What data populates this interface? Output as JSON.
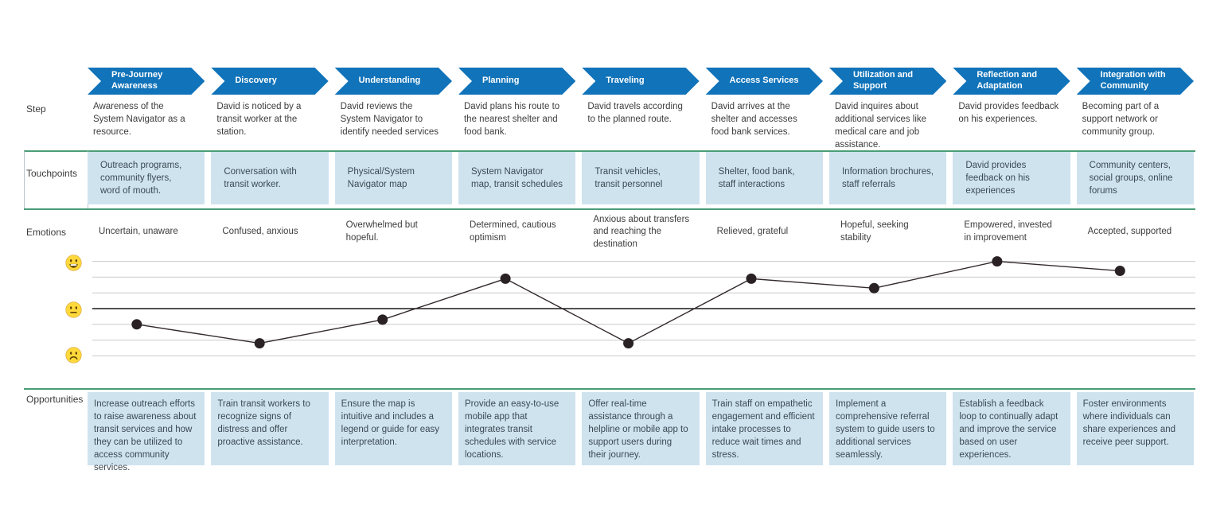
{
  "row_labels": {
    "step": "Step",
    "touchpoints": "Touchpoints",
    "emotions": "Emotions",
    "opportunities": "Opportunities"
  },
  "colors": {
    "stage_blue": "#1173b9",
    "box_blue": "#cfe3ef",
    "divider_green": "#4a9d78",
    "grid_gray": "#c9c9c9",
    "neutral_line": "#1a1a1a",
    "chart_line": "#332a2d",
    "chart_dot": "#2a2125",
    "emoji_yellow": "#ffd93b"
  },
  "stages": [
    {
      "name": "Pre-Journey Awareness",
      "step": "Awareness of the System Navigator as a resource.",
      "touchpoint": "Outreach programs, community flyers, word of mouth.",
      "emotion": "Uncertain, unaware",
      "opportunity": "Increase outreach efforts to raise awareness about transit services and how they can be utilized to access community services."
    },
    {
      "name": "Discovery",
      "step": "David is noticed by a transit worker at the station.",
      "touchpoint": "Conversation with transit worker.",
      "emotion": "Confused, anxious",
      "opportunity": "Train transit workers to recognize signs of distress and offer proactive assistance."
    },
    {
      "name": "Understanding",
      "step": "David reviews the System Navigator to identify needed services",
      "touchpoint": "Physical/System Navigator map",
      "emotion": "Overwhelmed but hopeful.",
      "opportunity": "Ensure the map is intuitive and includes a legend or guide for easy interpretation."
    },
    {
      "name": "Planning",
      "step": "David plans his route to the nearest shelter and food bank.",
      "touchpoint": "System Navigator map, transit schedules",
      "emotion": "Determined, cautious optimism",
      "opportunity": "Provide an easy-to-use mobile app that integrates transit schedules with service locations."
    },
    {
      "name": "Traveling",
      "step": "David travels according to the planned route.",
      "touchpoint": "Transit vehicles, transit personnel",
      "emotion": "Anxious about transfers and reaching the destination",
      "opportunity": "Offer real-time assistance through a helpline or mobile app to support users during their journey."
    },
    {
      "name": "Access Services",
      "step": "David arrives at the shelter and accesses food bank services.",
      "touchpoint": "Shelter, food bank, staff interactions",
      "emotion": "Relieved, grateful",
      "opportunity": "Train staff on empathetic engagement and efficient intake processes to reduce wait times and stress."
    },
    {
      "name": "Utilization and Support",
      "step": "David inquires about additional services like medical care and job assistance.",
      "touchpoint": "Information brochures, staff referrals",
      "emotion": "Hopeful, seeking stability",
      "opportunity": "Implement a comprehensive referral system to guide users to additional services seamlessly."
    },
    {
      "name": "Reflection and Adaptation",
      "step": "David provides feedback on his experiences.",
      "touchpoint": "David provides feedback on his experiences",
      "emotion": "Empowered, invested in improvement",
      "opportunity": "Establish a feedback loop to continually adapt and improve the service based on user experiences."
    },
    {
      "name": "Integration with Community",
      "step": "Becoming part of a support network or community group.",
      "touchpoint": "Community centers, social groups, online forums",
      "emotion": "Accepted, supported",
      "opportunity": "Foster environments where individuals can share experiences and receive peer support."
    }
  ],
  "chart_data": {
    "type": "line",
    "categories": [
      "Pre-Journey Awareness",
      "Discovery",
      "Understanding",
      "Planning",
      "Traveling",
      "Access Services",
      "Utilization and Support",
      "Reflection and Adaptation",
      "Integration with Community"
    ],
    "values": [
      -1.0,
      -2.2,
      -0.7,
      1.9,
      -2.2,
      1.9,
      1.3,
      3.0,
      2.4
    ],
    "ylim": [
      -3.2,
      3.2
    ],
    "yticks": [
      {
        "value": 3,
        "label": "happy"
      },
      {
        "value": 0,
        "label": "neutral"
      },
      {
        "value": -3,
        "label": "sad"
      }
    ],
    "gridlines": [
      3,
      2,
      1,
      0,
      -1,
      -2,
      -3
    ],
    "grid": true,
    "legend": false
  }
}
